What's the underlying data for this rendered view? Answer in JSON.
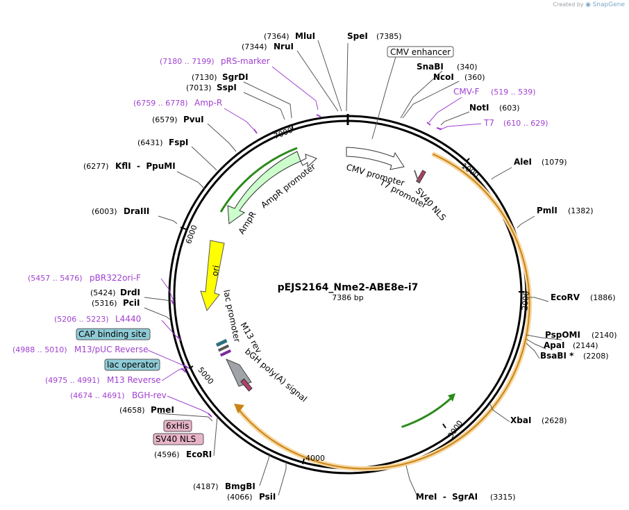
{
  "watermark": {
    "prefix": "Created by",
    "brand": "SnapGene"
  },
  "plasmid": {
    "name": "pEJS2164_Nme2-ABE8e-i7",
    "size_label": "7386 bp"
  },
  "ticks": [
    "1000",
    "2000",
    "3000",
    "4000",
    "5000",
    "6000",
    "7000"
  ],
  "sites": [
    {
      "pos": "(7364)",
      "name": "MluI"
    },
    {
      "pos": "(7385)",
      "name": "SpeI"
    },
    {
      "pos": "(7344)",
      "name": "NruI"
    },
    {
      "pos": "(340)",
      "name": "SnaBI"
    },
    {
      "pos": "(360)",
      "name": "NcoI"
    },
    {
      "pos": "(603)",
      "name": "NotI"
    },
    {
      "pos": "(7130)",
      "name": "SgrDI"
    },
    {
      "pos": "(7013)",
      "name": "SspI"
    },
    {
      "pos": "(6579)",
      "name": "PvuI"
    },
    {
      "pos": "(6431)",
      "name": "FspI"
    },
    {
      "pos": "(6277)",
      "name": "KflI  -  PpuMI"
    },
    {
      "pos": "(6003)",
      "name": "DraIII"
    },
    {
      "pos": "(1079)",
      "name": "AleI"
    },
    {
      "pos": "(1382)",
      "name": "PmlI"
    },
    {
      "pos": "(5424)",
      "name": "DrdI"
    },
    {
      "pos": "(5316)",
      "name": "PciI"
    },
    {
      "pos": "(1886)",
      "name": "EcoRV"
    },
    {
      "pos": "(2140)",
      "name": "PspOMI"
    },
    {
      "pos": "(2144)",
      "name": "ApaI"
    },
    {
      "pos": "(2208)",
      "name": "BsaBI *"
    },
    {
      "pos": "(4658)",
      "name": "PmeI"
    },
    {
      "pos": "(2628)",
      "name": "XbaI"
    },
    {
      "pos": "(4596)",
      "name": "EcoRI"
    },
    {
      "pos": "(4187)",
      "name": "BmgBI"
    },
    {
      "pos": "(4066)",
      "name": "PsiI"
    },
    {
      "pos": "(3315)",
      "name": "MreI  -  SgrAI"
    }
  ],
  "primers": [
    {
      "range": "(7180 .. 7199)",
      "name": "pRS-marker"
    },
    {
      "range": "(6759 .. 6778)",
      "name": "Amp-R"
    },
    {
      "range": "(519 .. 539)",
      "name": "CMV-F"
    },
    {
      "range": "(610 .. 629)",
      "name": "T7"
    },
    {
      "range": "(5457 .. 5476)",
      "name": "pBR322ori-F"
    },
    {
      "range": "(5206 .. 5223)",
      "name": "L4440"
    },
    {
      "range": "(4988 .. 5010)",
      "name": "M13/pUC Reverse"
    },
    {
      "range": "(4975 .. 4991)",
      "name": "M13 Reverse"
    },
    {
      "range": "(4674 .. 4691)",
      "name": "BGH-rev"
    }
  ],
  "boxed_features": [
    {
      "label": "CMV enhancer",
      "color": "#ffffff"
    },
    {
      "label": "CAP binding site",
      "color": "#8ecbd6"
    },
    {
      "label": "lac operator",
      "color": "#8ecbd6"
    },
    {
      "label": "6xHis",
      "color": "#e8b4c8"
    },
    {
      "label": "SV40 NLS",
      "color": "#e8b4c8"
    }
  ],
  "map_features": [
    "CMV promoter",
    "T7 promoter",
    "SV40 NLS",
    "AmpR",
    "AmpR promoter",
    "ori",
    "lac promoter",
    "M13 rev",
    "bGH poly(A) signal"
  ],
  "colors": {
    "primer": "#a040d0",
    "orf": "#f0a030",
    "ampr": "#ccffcc",
    "ori": "#ffff00",
    "backbone": "#000000"
  }
}
